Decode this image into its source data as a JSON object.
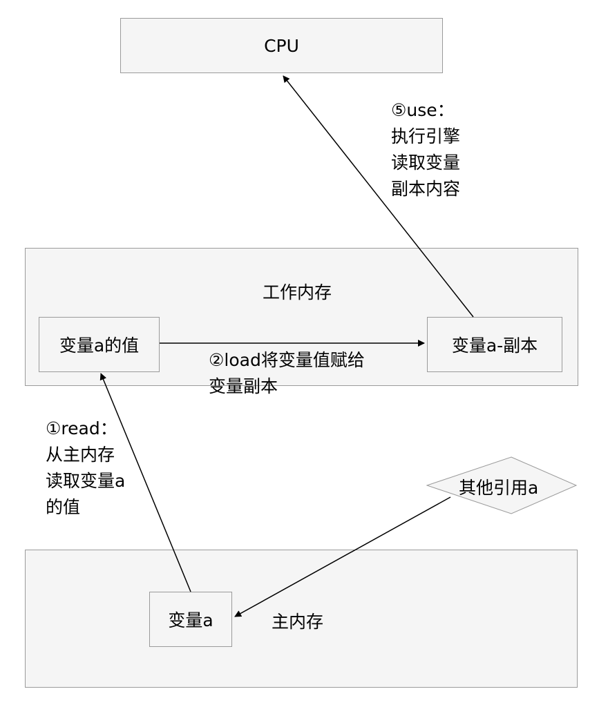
{
  "cpu": {
    "label": "CPU"
  },
  "working_memory": {
    "title": "工作内存",
    "value_box": "变量a的值",
    "copy_box": "变量a-副本"
  },
  "main_memory": {
    "title": "主内存",
    "variable_box": "变量a"
  },
  "other_reference": {
    "label": "其他引用a"
  },
  "steps": {
    "read": [
      "①read：",
      "从主内存",
      "读取变量a",
      "的值"
    ],
    "load": [
      "②load将变量值赋给",
      "变量副本"
    ],
    "use": [
      "⑤use：",
      "执行引擎",
      "读取变量",
      "副本内容"
    ]
  },
  "colors": {
    "box_fill": "#f5f5f5",
    "box_border": "#9a9a9a",
    "arrow": "#000000"
  }
}
